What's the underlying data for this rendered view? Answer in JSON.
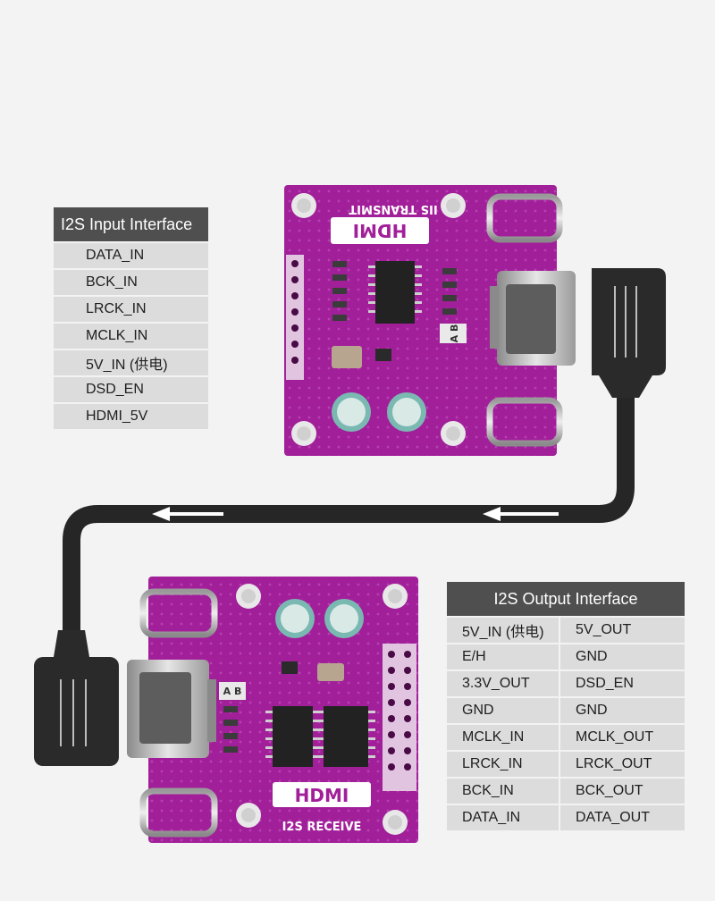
{
  "input_interface": {
    "title": "I2S Input Interface",
    "pins": [
      "DATA_IN",
      "BCK_IN",
      "LRCK_IN",
      "MCLK_IN",
      "5V_IN (供电)",
      "DSD_EN",
      "HDMI_5V"
    ]
  },
  "output_interface": {
    "title": "I2S Output Interface",
    "rows": [
      {
        "left": "5V_IN (供电)",
        "right": "5V_OUT"
      },
      {
        "left": "E/H",
        "right": "GND"
      },
      {
        "left": "3.3V_OUT",
        "right": "DSD_EN"
      },
      {
        "left": "GND",
        "right": "GND"
      },
      {
        "left": "MCLK_IN",
        "right": "MCLK_OUT"
      },
      {
        "left": "LRCK_IN",
        "right": "LRCK_OUT"
      },
      {
        "left": "BCK_IN",
        "right": "BCK_OUT"
      },
      {
        "left": "DATA_IN",
        "right": "DATA_OUT"
      }
    ]
  },
  "transmit_board": {
    "title": "IIS TRANSMIT",
    "logo": "HDMI",
    "switch_labels": "A B"
  },
  "receive_board": {
    "title": "I2S RECEIVE",
    "logo": "HDMI",
    "switch_labels": "A B"
  },
  "colors": {
    "board": "#a21f9a",
    "cable": "#262626",
    "header": "#4f4f4f",
    "row": "#dcdcdc"
  },
  "icons": [
    "arrow-left-icon",
    "arrow-left-icon"
  ]
}
